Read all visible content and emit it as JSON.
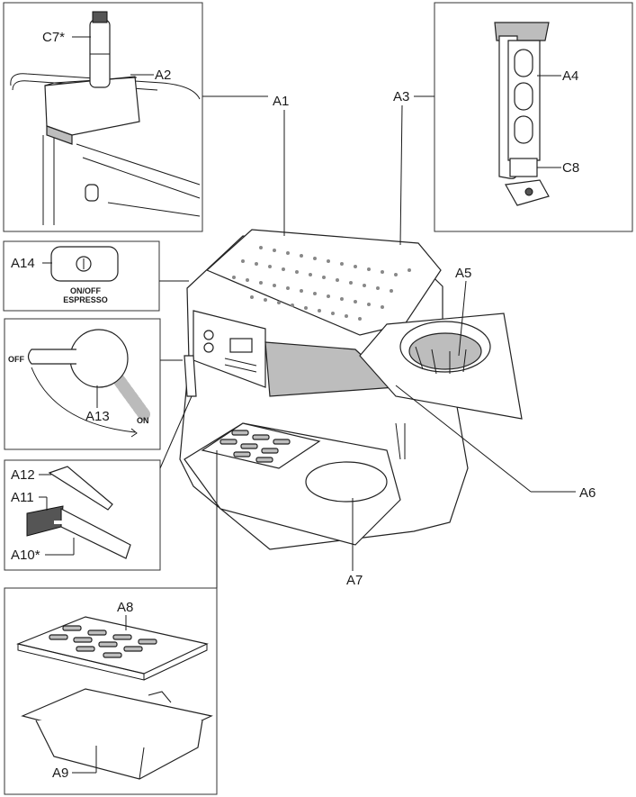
{
  "labels": {
    "c7": "C7*",
    "a2": "A2",
    "a1": "A1",
    "a3": "A3",
    "a4": "A4",
    "c8": "C8",
    "a14": "A14",
    "a5": "A5",
    "a13": "A13",
    "a12": "A12",
    "a11": "A11",
    "a10": "A10*",
    "a6": "A6",
    "a7": "A7",
    "a8": "A8",
    "a9": "A9"
  },
  "switch_panel": {
    "line1": "ON/OFF",
    "line2": "ESPRESSO"
  },
  "knob": {
    "off": "OFF",
    "on": "ON"
  }
}
